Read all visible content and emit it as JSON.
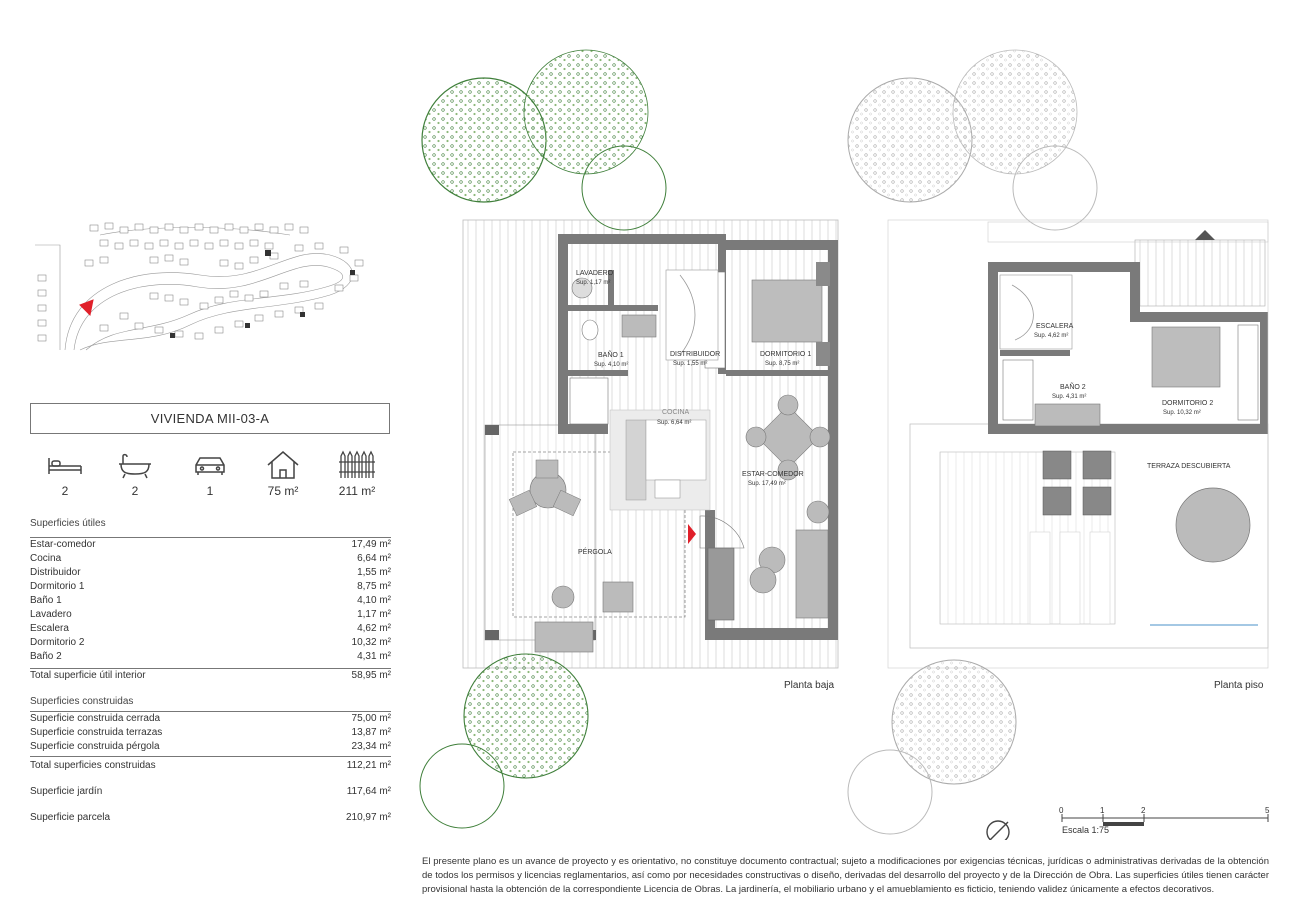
{
  "unit_title": "VIVIENDA MII-03-A",
  "features": [
    {
      "icon": "bed-icon",
      "value": "2"
    },
    {
      "icon": "bathtub-icon",
      "value": "2"
    },
    {
      "icon": "car-icon",
      "value": "1"
    },
    {
      "icon": "house-icon",
      "value": "75 m²"
    },
    {
      "icon": "fence-icon",
      "value": "211 m²"
    }
  ],
  "useful": {
    "title": "Superficies útiles",
    "rows": [
      {
        "label": "Estar-comedor",
        "value": "17,49 m²"
      },
      {
        "label": "Cocina",
        "value": "6,64 m²"
      },
      {
        "label": "Distribuidor",
        "value": "1,55 m²"
      },
      {
        "label": "Dormitorio 1",
        "value": "8,75 m²"
      },
      {
        "label": "Baño 1",
        "value": "4,10 m²"
      },
      {
        "label": "Lavadero",
        "value": "1,17 m²"
      },
      {
        "label": "Escalera",
        "value": "4,62 m²"
      },
      {
        "label": "Dormitorio 2",
        "value": "10,32 m²"
      },
      {
        "label": "Baño 2",
        "value": "4,31 m²"
      }
    ],
    "total_label": "Total superficie útil interior",
    "total_value": "58,95 m²"
  },
  "built": {
    "title": "Superficies construidas",
    "rows": [
      {
        "label": "Superficie construida cerrada",
        "value": "75,00 m²"
      },
      {
        "label": "Superficie construida terrazas",
        "value": "13,87 m²"
      },
      {
        "label": "Superficie construida pérgola",
        "value": "23,34 m²"
      }
    ],
    "total_label": "Total superficies construidas",
    "total_value": "112,21 m²"
  },
  "garden": {
    "label": "Superficie jardín",
    "value": "117,64 m²"
  },
  "plot": {
    "label": "Superficie parcela",
    "value": "210,97 m²"
  },
  "plan": {
    "ground_label": "Planta baja",
    "upper_label": "Planta piso",
    "rooms": {
      "lavadero": "LAVADERO",
      "lavadero_sup": "Sup. 1,17 m²",
      "bano1": "BAÑO 1",
      "bano1_sup": "Sup. 4,10 m²",
      "distribuidor": "DISTRIBUIDOR",
      "distribuidor_sup": "Sup. 1,55 m²",
      "dormitorio1": "DORMITORIO 1",
      "dormitorio1_sup": "Sup. 8,75 m²",
      "cocina": "COCINA",
      "cocina_sup": "Sup. 6,64 m²",
      "estar": "ESTAR-COMEDOR",
      "estar_sup": "Sup. 17,49 m²",
      "pergola": "PÉRGOLA",
      "escalera": "ESCALERA",
      "escalera_sup": "Sup. 4,62 m²",
      "bano2": "BAÑO 2",
      "bano2_sup": "Sup. 4,31 m²",
      "dormitorio2": "DORMITORIO 2",
      "dormitorio2_sup": "Sup. 10,32 m²",
      "terraza": "TERRAZA DESCUBIERTA"
    }
  },
  "scale": {
    "label": "Escala 1:75",
    "ticks": [
      "0",
      "1",
      "2",
      "5"
    ]
  },
  "disclaimer": "El presente plano es un avance de proyecto y es orientativo, no constituye documento contractual; sujeto a modificaciones por exigencias técnicas, jurídicas o administrativas derivadas de la obtención de todos los permisos y licencias reglamentarios, así como por necesidades constructivas o diseño, derivadas del desarrollo del proyecto y de la Dirección de Obra. Las superficies útiles tienen carácter provisional hasta la obtención de la correspondiente Licencia de Obras. La jardinería, el mobiliario urbano y el amueblamiento es ficticio, teniendo validez únicamente a efectos decorativos.",
  "colors": {
    "accent": "#e0202a",
    "wall": "#6e6e6e",
    "tree_green": "#3f7f3a",
    "grey_line": "#999999"
  }
}
